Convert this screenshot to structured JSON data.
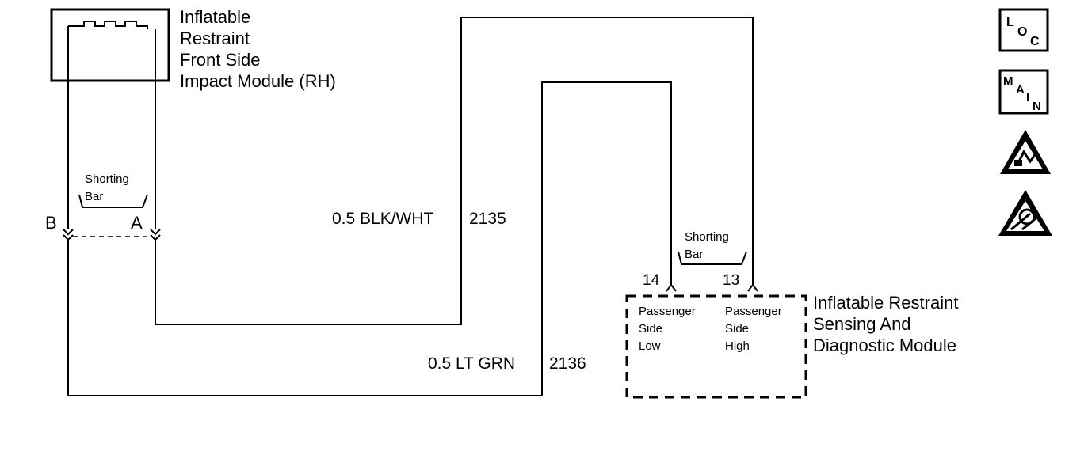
{
  "impact_module": {
    "title_lines": [
      "Inflatable",
      "Restraint",
      "Front Side",
      "Impact Module (RH)"
    ],
    "shorting_bar_lines": [
      "Shorting",
      "Bar"
    ],
    "terminal_a": "A",
    "terminal_b": "B"
  },
  "sdm": {
    "title_lines": [
      "Inflatable Restraint",
      "Sensing And",
      "Diagnostic Module"
    ],
    "shorting_bar_lines": [
      "Shorting",
      "Bar"
    ],
    "pin_low": "14",
    "pin_high": "13",
    "low_label_lines": [
      "Passenger",
      "Side",
      "Low"
    ],
    "high_label_lines": [
      "Passenger",
      "Side",
      "High"
    ]
  },
  "wires": [
    {
      "size_color": "0.5 BLK/WHT",
      "circuit": "2135"
    },
    {
      "size_color": "0.5 LT GRN",
      "circuit": "2136"
    }
  ],
  "icons": {
    "loc": [
      "L",
      "O",
      "C"
    ],
    "main": [
      "M",
      "A",
      "I",
      "N"
    ],
    "names": [
      "loc-icon",
      "main-icon",
      "esd-warning-icon",
      "esd-sensitive-icon"
    ]
  }
}
